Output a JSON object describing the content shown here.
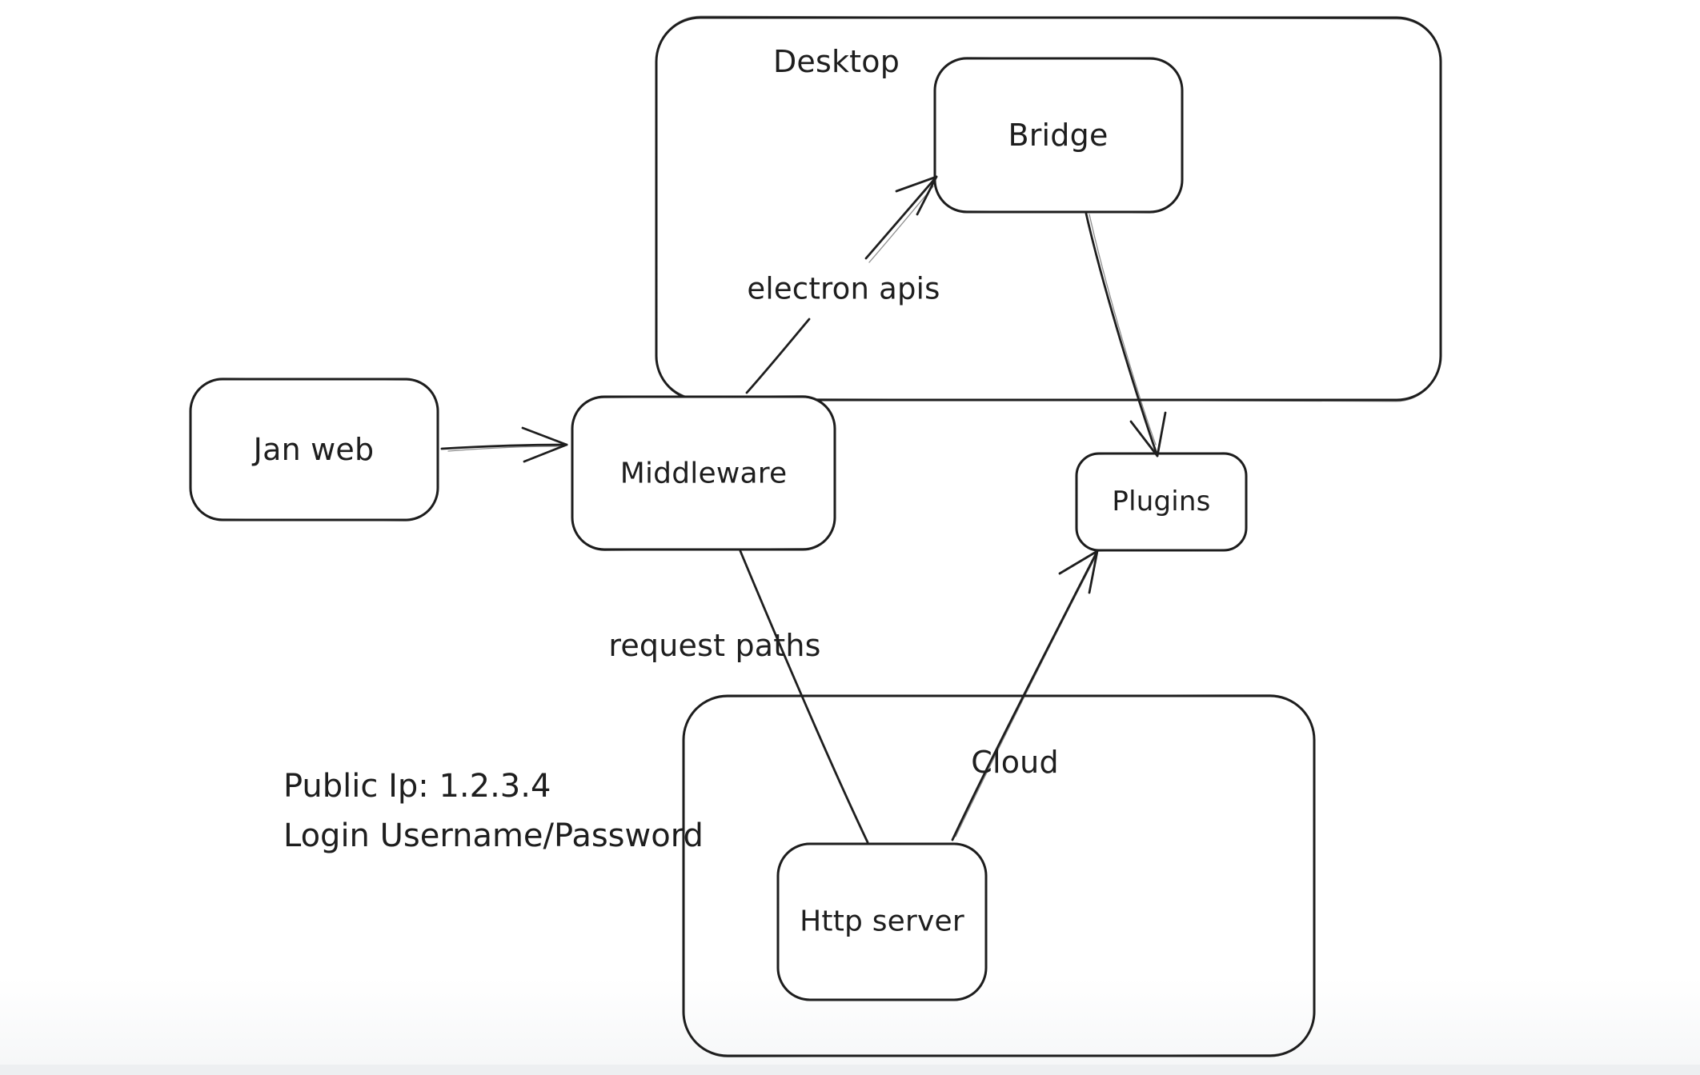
{
  "colors": {
    "stroke": "#1e1e1e",
    "background": "#ffffff",
    "bottom_strip": "#edeff1"
  },
  "boxes": {
    "desktop": {
      "label": "Desktop"
    },
    "cloud": {
      "label": "Cloud"
    },
    "jan_web": {
      "label": "Jan web"
    },
    "middleware": {
      "label": "Middleware"
    },
    "bridge": {
      "label": "Bridge"
    },
    "plugins": {
      "label": "Plugins"
    },
    "http_server": {
      "label": "Http server"
    }
  },
  "edges": {
    "jan_web_to_middleware": {
      "label": ""
    },
    "middleware_to_bridge": {
      "label": "electron apis"
    },
    "bridge_to_plugins": {
      "label": ""
    },
    "middleware_to_http_server": {
      "label": "request paths"
    },
    "http_server_to_plugins": {
      "label": ""
    }
  },
  "annotations": {
    "public_ip": "Public Ip: 1.2.3.4",
    "login": "Login Username/Password"
  }
}
